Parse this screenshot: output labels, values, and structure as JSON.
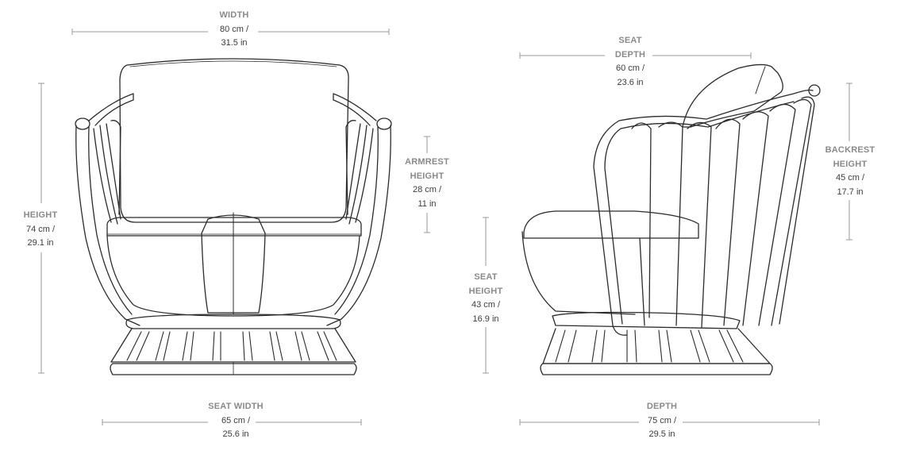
{
  "dimensions": {
    "width": {
      "label": "WIDTH",
      "metric": "80 cm /",
      "imperial": "31.5 in"
    },
    "height": {
      "label": "HEIGHT",
      "metric": "74 cm /",
      "imperial": "29.1 in"
    },
    "armrest_height": {
      "label_1": "ARMREST",
      "label_2": "HEIGHT",
      "metric": "28 cm /",
      "imperial": "11 in"
    },
    "seat_width": {
      "label": "SEAT WIDTH",
      "metric": "65 cm /",
      "imperial": "25.6 in"
    },
    "seat_depth": {
      "label_1": "SEAT",
      "label_2": "DEPTH",
      "metric": "60 cm /",
      "imperial": "23.6 in"
    },
    "seat_height": {
      "label_1": "SEAT",
      "label_2": "HEIGHT",
      "metric": "43 cm /",
      "imperial": "16.9 in"
    },
    "backrest_height": {
      "label_1": "BACKREST",
      "label_2": "HEIGHT",
      "metric": "45 cm /",
      "imperial": "17.7 in"
    },
    "depth": {
      "label": "DEPTH",
      "metric": "75 cm /",
      "imperial": "29.5 in"
    }
  },
  "colors": {
    "line": "#2b2b2b",
    "dim_line": "#9a9a9a",
    "label": "#8a8a8a",
    "value": "#3c3c3c"
  }
}
